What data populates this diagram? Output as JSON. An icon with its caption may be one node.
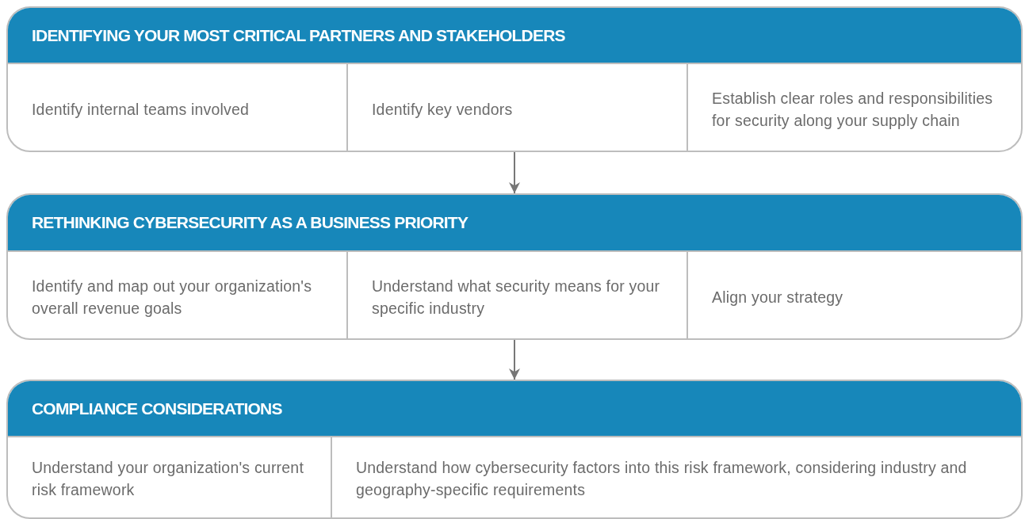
{
  "diagram": {
    "nodes": [
      {
        "text": [
          "IDENTIFYING YOUR MOST CRITICAL PARTNERS AND STAKEHOLDERS"
        ]
      },
      {
        "text": [
          "Identify internal teams involved"
        ],
        "in": 0
      },
      {
        "text": [
          "Identify key vendors"
        ],
        "in": 0
      },
      {
        "text": [
          "Establish clear roles and responsibilities for security along your supply chain"
        ],
        "in": 0
      },
      {
        "text": [
          "RETHINKING CYBERSECURITY AS A BUSINESS PRIORITY"
        ]
      },
      {
        "text": [
          "Identify and map out your organization's overall revenue goals"
        ],
        "in": 4
      },
      {
        "text": [
          "Understand what security means for your specific industry"
        ],
        "in": 4
      },
      {
        "text": [
          "Align your strategy"
        ],
        "in": 4
      },
      {
        "text": [
          "COMPLIANCE CONSIDERATIONS"
        ]
      },
      {
        "text": [
          "Understand your organization's current risk framework"
        ],
        "in": 8
      },
      {
        "text": [
          "Understand how cybersecurity factors into this risk framework, considering industry and geography-specific requirements"
        ],
        "in": 8
      }
    ],
    "edges": [
      {
        "from": 0,
        "to": 4,
        "arrow": "to"
      },
      {
        "from": 4,
        "to": 8,
        "arrow": "to"
      }
    ]
  }
}
